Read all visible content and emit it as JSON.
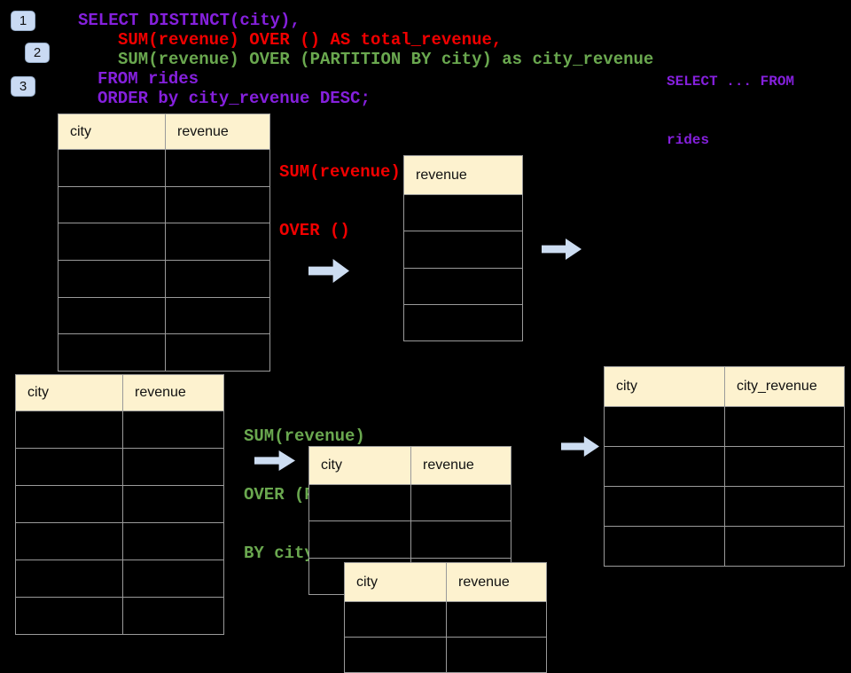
{
  "badges": [
    {
      "label": "1"
    },
    {
      "label": "2"
    },
    {
      "label": "3"
    }
  ],
  "sql_code": {
    "line1": "SELECT DISTINCT(city),",
    "line2": "SUM(revenue) OVER () AS total_revenue,",
    "line3": "SUM(revenue) OVER (PARTITION BY city) as city_revenue",
    "line4": "FROM rides",
    "line5": "ORDER by city_revenue DESC;"
  },
  "side_snippet": {
    "line1": "SELECT ... FROM",
    "line2": "rides"
  },
  "labels": {
    "total_label": {
      "line1": "SUM(revenue)",
      "line2": "OVER ()"
    },
    "partition_label": {
      "line1": "SUM(revenue)",
      "line2": "OVER (PARTITION",
      "line3": "BY city)"
    }
  },
  "tables": {
    "source_top": {
      "headers": [
        "city",
        "revenue"
      ],
      "rows": 6
    },
    "total_revenue_result": {
      "headers": [
        "revenue"
      ],
      "rows": 4
    },
    "source_bottom": {
      "headers": [
        "city",
        "revenue"
      ],
      "rows": 6
    },
    "partition_mid": {
      "headers": [
        "city",
        "revenue"
      ],
      "rows": 3
    },
    "partition_overlap": {
      "headers": [
        "city",
        "revenue"
      ],
      "rows": 2
    },
    "city_revenue_result": {
      "headers": [
        "city",
        "city_revenue"
      ],
      "rows": 4
    }
  },
  "colors": {
    "bg": "#000000",
    "purple": "#8520dd",
    "red": "#f10000",
    "green": "#6aa84f",
    "cream": "#fdf2cf",
    "blue": "#cdddf2",
    "line": "#9a9a9a"
  }
}
